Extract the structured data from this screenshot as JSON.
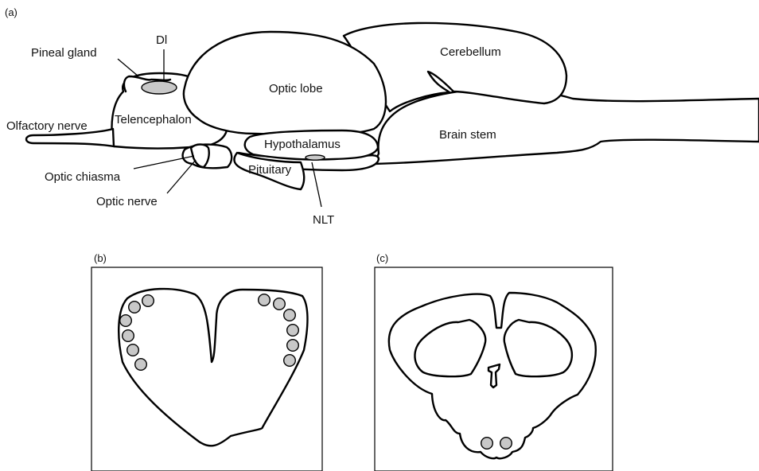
{
  "figure": {
    "panel_a": {
      "tag": "(a)",
      "labels": {
        "dl": "Dl",
        "pineal_gland": "Pineal gland",
        "olfactory_nerve": "Olfactory nerve",
        "telencephalon": "Telencephalon",
        "optic_lobe": "Optic lobe",
        "cerebellum": "Cerebellum",
        "brain_stem": "Brain stem",
        "hypothalamus": "Hypothalamus",
        "pituitary": "Pituitary",
        "optic_chiasma": "Optic chiasma",
        "optic_nerve": "Optic nerve",
        "nlt": "NLT"
      }
    },
    "panel_b": {
      "tag": "(b)"
    },
    "panel_c": {
      "tag": "(c)"
    },
    "colors": {
      "outline": "#000000",
      "highlight_fill": "#c8c8c8",
      "background": "#ffffff"
    }
  }
}
